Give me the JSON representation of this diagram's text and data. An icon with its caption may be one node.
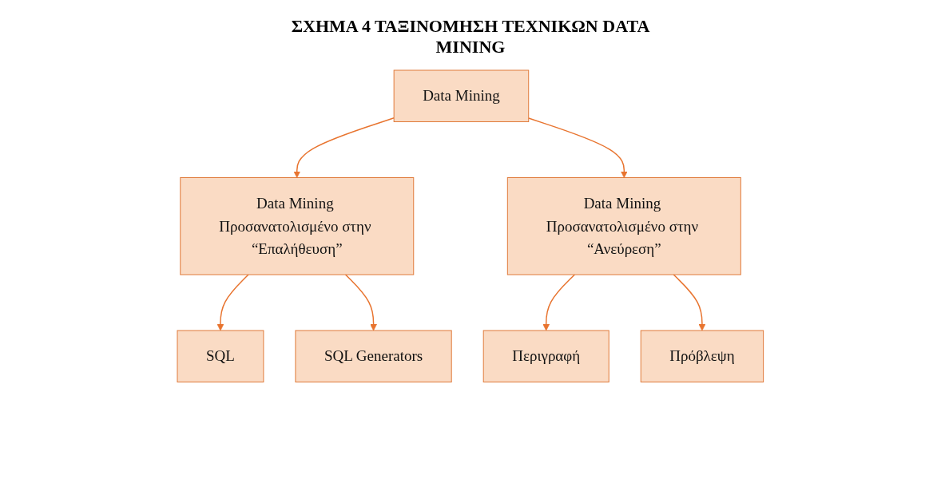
{
  "diagram": {
    "title": "ΣΧΗΜΑ 4 ΤΑΞΙΝΟΜΗΣΗ ΤΕΧΝΙΚΩΝ DATA MINING",
    "nodes": [
      {
        "text": [
          "Data Mining"
        ]
      },
      {
        "text": [
          "Data Mining Προσανατολισμένο στην “Επαλήθευση”"
        ]
      },
      {
        "text": [
          "Data Mining Προσανατολισμένο στην “Ανεύρεση”"
        ]
      },
      {
        "text": [
          "SQL"
        ]
      },
      {
        "text": [
          "SQL Generators"
        ]
      },
      {
        "text": [
          "Περιγραφή"
        ]
      },
      {
        "text": [
          "Πρόβλεψη"
        ]
      }
    ],
    "edges": [
      {
        "from": 0,
        "to": 1,
        "arrow": "to"
      },
      {
        "from": 0,
        "to": 2,
        "arrow": "to"
      },
      {
        "from": 1,
        "to": 3,
        "arrow": "to"
      },
      {
        "from": 1,
        "to": 4,
        "arrow": "to"
      },
      {
        "from": 2,
        "to": 5,
        "arrow": "to"
      },
      {
        "from": 2,
        "to": 6,
        "arrow": "to"
      }
    ]
  }
}
